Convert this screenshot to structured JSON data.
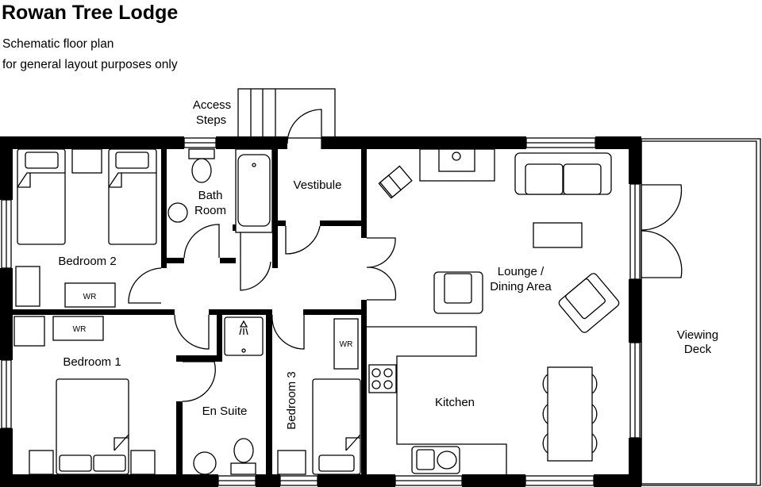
{
  "header": {
    "title": "Rowan Tree Lodge",
    "subtitle_line1": "Schematic floor plan",
    "subtitle_line2": "for general layout purposes only"
  },
  "rooms": {
    "access_steps_1": "Access",
    "access_steps_2": "Steps",
    "vestibule": "Vestibule",
    "bath_1": "Bath",
    "bath_2": "Room",
    "bedroom2": "Bedroom 2",
    "bedroom1": "Bedroom 1",
    "en_suite": "En Suite",
    "bedroom3": "Bedroom 3",
    "lounge_1": "Lounge /",
    "lounge_2": "Dining Area",
    "kitchen": "Kitchen",
    "deck_1": "Viewing",
    "deck_2": "Deck"
  },
  "furniture": {
    "wardrobe_label": "WR"
  }
}
